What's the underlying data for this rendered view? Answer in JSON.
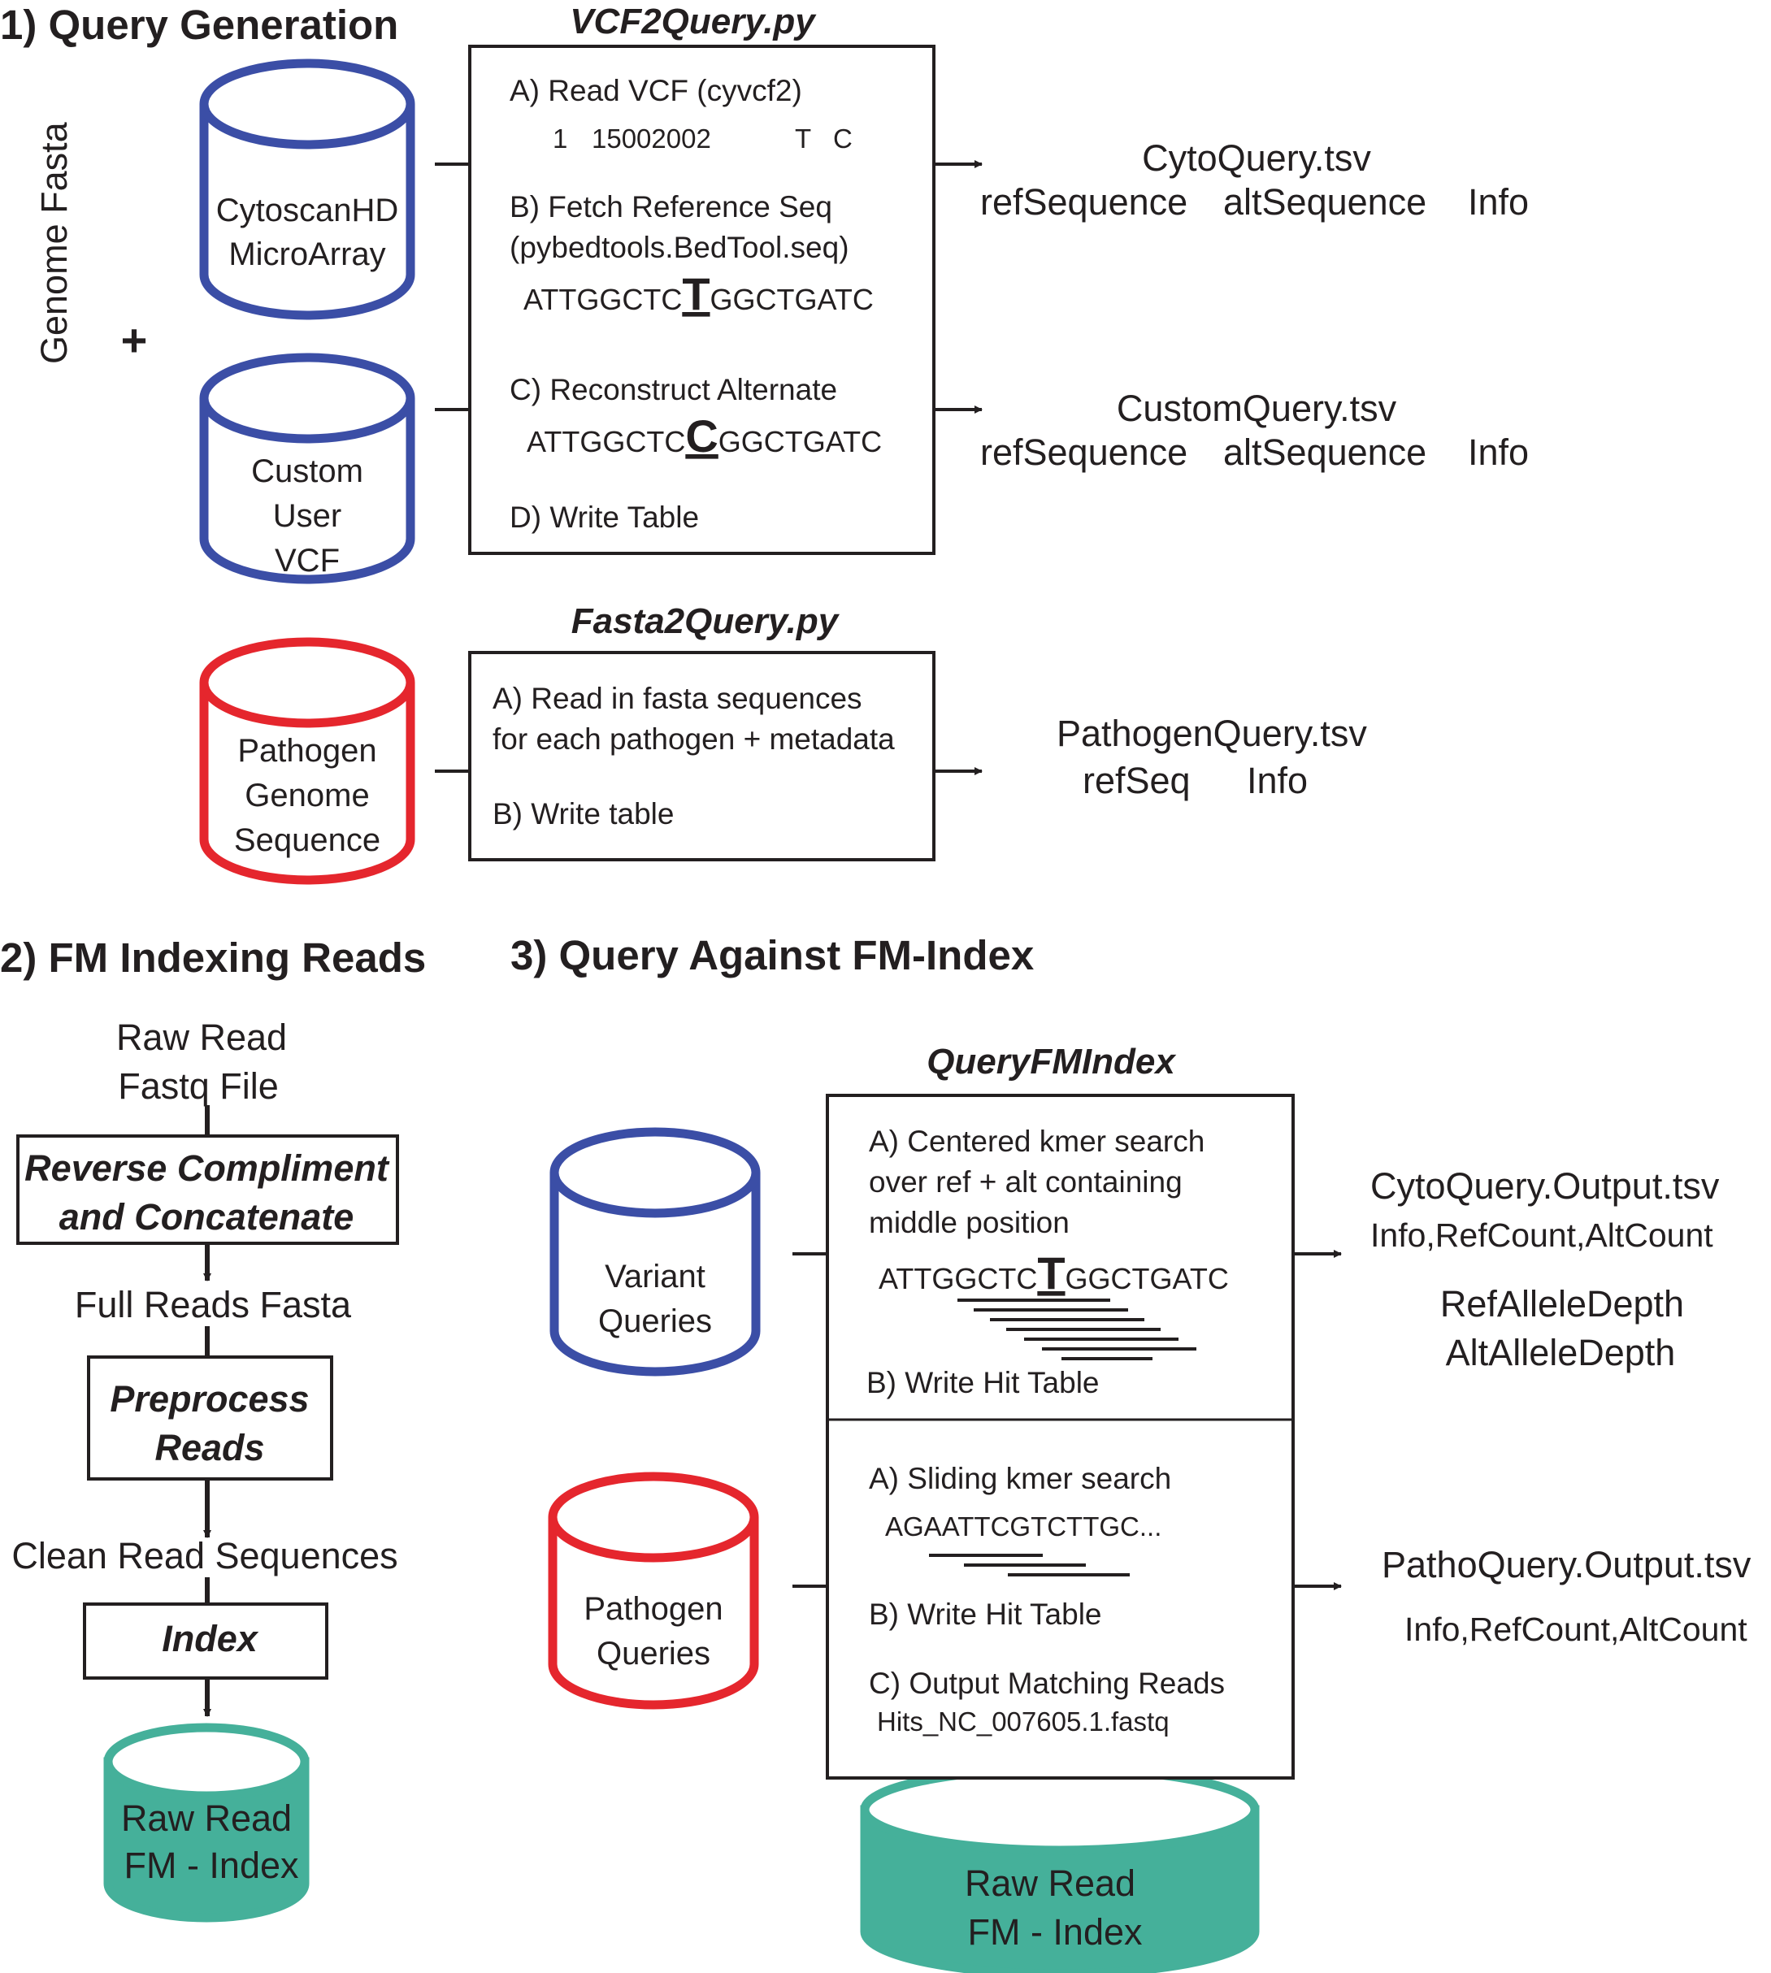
{
  "colors": {
    "blue": "#3b4ea6",
    "red": "#e5262d",
    "teal": "#45b09a",
    "ink": "#231f20"
  },
  "sections": {
    "s1": "1) Query Generation",
    "s2": "2) FM Indexing Reads",
    "s3": "3) Query Against FM-Index"
  },
  "genome_fasta": "Genome Fasta",
  "plus": "+",
  "cylinders": {
    "cytoscan": [
      "CytoscanHD",
      "MicroArray"
    ],
    "custom": [
      "Custom",
      "User",
      "VCF"
    ],
    "pathogen_genome": [
      "Pathogen",
      "Genome",
      "Sequence"
    ],
    "raw_fm_left": [
      "Raw Read",
      "FM - Index"
    ],
    "variant_queries": [
      "Variant",
      "Queries"
    ],
    "pathogen_queries": [
      "Pathogen",
      "Queries"
    ],
    "raw_fm_right": [
      "Raw Read",
      "FM - Index"
    ]
  },
  "vcf2query": {
    "title": "VCF2Query.py",
    "stepA": "A) Read VCF (cyvcf2)",
    "example_chrom": "1",
    "example_pos": "15002002",
    "example_ref": "T",
    "example_alt": "C",
    "stepB1": "B) Fetch Reference Seq",
    "stepB2": "(pybedtools.BedTool.seq)",
    "ref_pre": "ATTGGCTC",
    "ref_mid": "T",
    "ref_post": "GGCTGATC",
    "stepC": "C) Reconstruct Alternate",
    "alt_pre": "ATTGGCTC",
    "alt_mid": "C",
    "alt_post": "GGCTGATC",
    "stepD": "D) Write Table"
  },
  "fasta2query": {
    "title": "Fasta2Query.py",
    "stepA1": "A) Read in fasta sequences",
    "stepA2": "for each pathogen + metadata",
    "stepB": "B) Write table"
  },
  "outputs": {
    "cyto_file": "CytoQuery.tsv",
    "custom_file": "CustomQuery.tsv",
    "col_ref": "refSequence",
    "col_alt": "altSequence",
    "col_info": "Info",
    "patho_file": "PathogenQuery.tsv",
    "patho_ref": "refSeq",
    "patho_info": "Info"
  },
  "indexing": {
    "raw1": "Raw Read",
    "raw2": "Fastq File",
    "step1a": "Reverse Compliment",
    "step1b": "and Concatenate",
    "full": "Full Reads Fasta",
    "step2a": "Preprocess",
    "step2b": "Reads",
    "clean": "Clean Read Sequences",
    "step3": "Index"
  },
  "queryfm": {
    "title": "QueryFMIndex",
    "a1": "A) Centered kmer search",
    "a2": "over ref + alt containing",
    "a3": "middle position",
    "seq_pre": "ATTGGCTC",
    "seq_mid": "T",
    "seq_post": "GGCTGATC",
    "b": "B) Write Hit Table",
    "p_a": "A) Sliding kmer search",
    "p_seq": "AGAATTCGTCTTGC...",
    "p_b": "B) Write Hit Table",
    "p_c": "C) Output Matching Reads",
    "p_file": "Hits_NC_007605.1.fastq"
  },
  "results": {
    "cyto_out": "CytoQuery.Output.tsv",
    "cyto_cols": "Info,RefCount,AltCount",
    "ref_depth": "RefAlleleDepth",
    "alt_depth": "AltAlleleDepth",
    "patho_out": "PathoQuery.Output.tsv",
    "patho_cols": "Info,RefCount,AltCount"
  }
}
